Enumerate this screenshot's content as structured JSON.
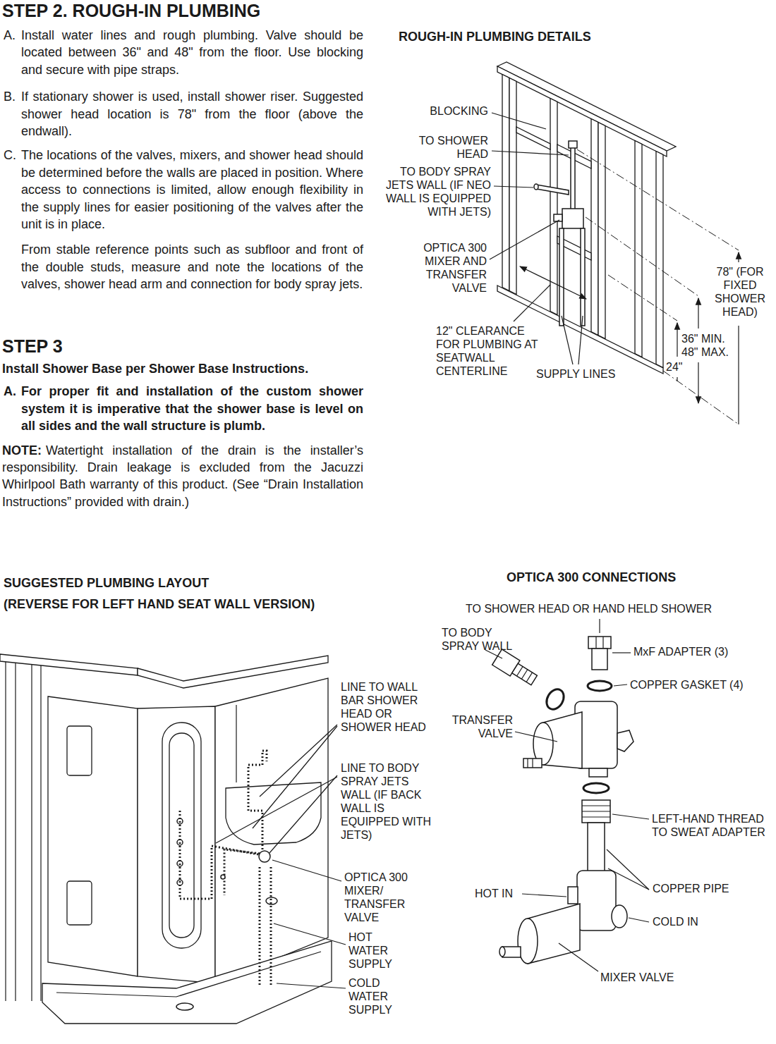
{
  "diagram": {
    "title": "STEP 2. ROUGH-IN PLUMBING",
    "labels": [
      "A.",
      "Install water lines and rough plumbing. Valve should be located between 36\" and 48\" from the floor. Use blocking and secure with pipe straps.",
      "B.",
      "If stationary shower is used, install shower riser. Suggested shower head location is 78\" from the floor (above the endwall).",
      "C.",
      "The locations of the valves, mixers, and shower head should be determined before the walls are placed in position. Where access to connections is limited, allow enough flexibility in the supply lines for easier positioning of the valves after the unit is in place.",
      "From stable reference points such as subfloor and front of the double studs, measure and note the locations of the valves, shower head arm and connection for body spray jets.",
      "STEP 3",
      "Install Shower Base per Shower Base Instructions.",
      "A.",
      "For proper fit and installation of the custom shower system it is imperative that the shower base is level on all sides and the wall structure is plumb.",
      "NOTE:",
      "Watertight installation of the drain is the installer’s responsibility. Drain leakage is excluded from the Jacuzzi Whirlpool Bath warranty of this product. (See “Drain Installation Instructions” provided with drain.)",
      "ROUGH-IN PLUMBING DETAILS",
      "BLOCKING",
      "TO SHOWER HEAD",
      "TO BODY SPRAY JETS WALL (IF NEO WALL IS EQUIPPED WITH JETS)",
      "OPTICA 300 MIXER AND TRANSFER VALVE",
      "12\" CLEARANCE FOR PLUMBING AT SEATWALL CENTERLINE",
      "SUPPLY LINES",
      "24\"",
      "36\" MIN. 48\" MAX.",
      "78\" (FOR FIXED SHOWER HEAD)",
      "SUGGESTED PLUMBING LAYOUT",
      "(REVERSE FOR LEFT HAND SEAT WALL VERSION)",
      "LINE TO WALL BAR SHOWER HEAD OR SHOWER HEAD",
      "LINE TO BODY SPRAY JETS WALL (IF BACK WALL IS EQUIPPED WITH JETS)",
      "OPTICA 300 MIXER/ TRANSFER VALVE",
      "HOT WATER SUPPLY",
      "COLD WATER SUPPLY",
      "OPTICA 300 CONNECTIONS",
      "TO SHOWER HEAD OR HAND HELD SHOWER",
      "TO BODY SPRAY WALL",
      "MxF ADAPTER (3)",
      "COPPER GASKET (4)",
      "TRANSFER VALVE",
      "LEFT-HAND THREAD TO SWEAT ADAPTER",
      "HOT IN",
      "COPPER PIPE",
      "COLD IN",
      "MIXER VALVE"
    ]
  }
}
